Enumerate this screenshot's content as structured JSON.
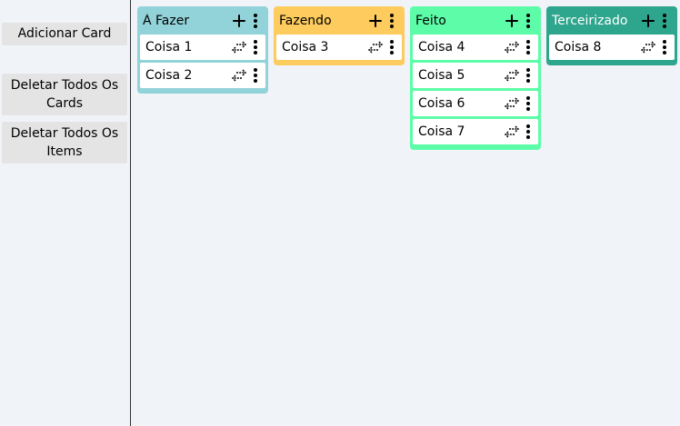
{
  "sidebar": {
    "add_card": "Adicionar Card",
    "delete_cards": "Deletar Todos Os Cards",
    "delete_items": "Deletar Todos Os Items"
  },
  "columns": [
    {
      "title": "À Fazer",
      "color": "#92d3d9",
      "items": [
        "Coisa 1",
        "Coisa 2"
      ]
    },
    {
      "title": "Fazendo",
      "color": "#fdcb5e",
      "items": [
        "Coisa 3"
      ]
    },
    {
      "title": "Feito",
      "color": "#5dfca8",
      "items": [
        "Coisa 4",
        "Coisa 5",
        "Coisa 6",
        "Coisa 7"
      ]
    },
    {
      "title": "Terceirizado",
      "color": "#2ea58d",
      "title_color": "#ffffff",
      "items": [
        "Coisa 8"
      ]
    }
  ],
  "icons": {
    "add": "plus-icon",
    "menu": "more-vertical-icon",
    "move": "swap-arrows-icon"
  }
}
